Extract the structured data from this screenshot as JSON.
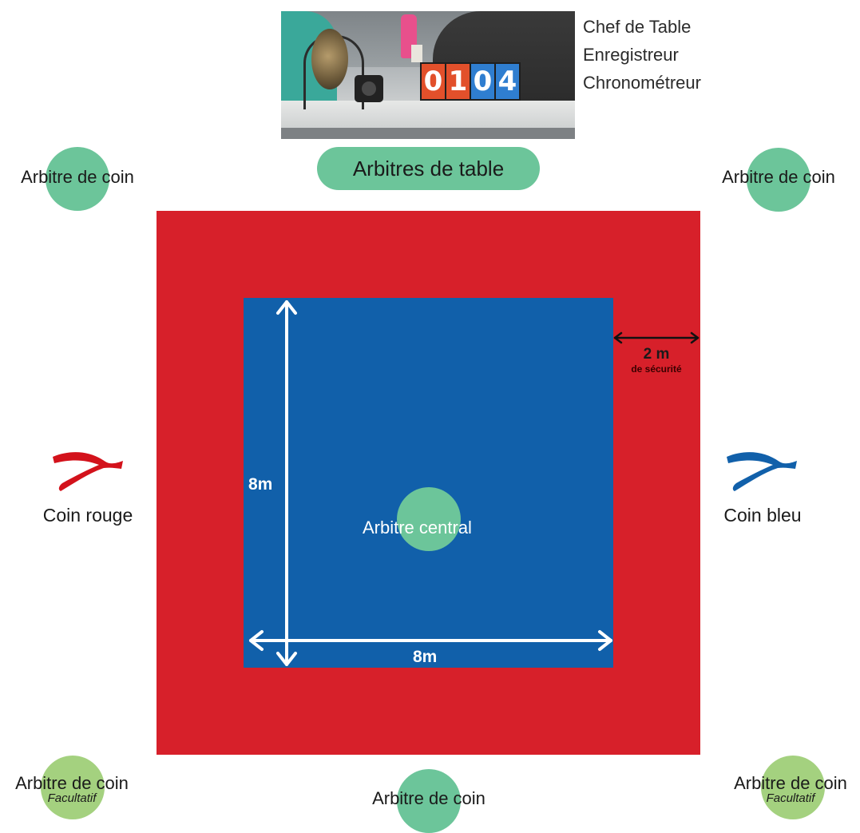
{
  "photo": {
    "scoreboard_digits": [
      "0",
      "1",
      "0",
      "4"
    ],
    "digit_colors": [
      "#e2502b",
      "#e2502b",
      "#2f7ed0",
      "#2f7ed0"
    ]
  },
  "table_roles": [
    "Chef de Table",
    "Enregistreur",
    "Chronométreur"
  ],
  "table_referees_label": "Arbitres de table",
  "corner_referees": {
    "top_left": "Arbitre de coin",
    "top_right": "Arbitre de coin",
    "bottom_left": "Arbitre de coin",
    "bottom_left_note": "Facultatif",
    "bottom_center": "Arbitre de coin",
    "bottom_right": "Arbitre de coin",
    "bottom_right_note": "Facultatif"
  },
  "central_referee": "Arbitre  central",
  "dimensions": {
    "vertical": "8m",
    "horizontal": "8m",
    "safety": "2 m",
    "safety_note": "de sécurité"
  },
  "corners": {
    "red": "Coin rouge",
    "blue": "Coin bleu"
  },
  "colors": {
    "referee_green": "#6cc59a",
    "optional_green": "#a4d17f",
    "safety_mat_red": "#d7202a",
    "combat_mat_blue": "#1160aa",
    "red_corner": "#d3121b",
    "blue_corner": "#1160aa"
  },
  "icons": {
    "red_corner": "ribbon-icon",
    "blue_corner": "ribbon-icon"
  }
}
